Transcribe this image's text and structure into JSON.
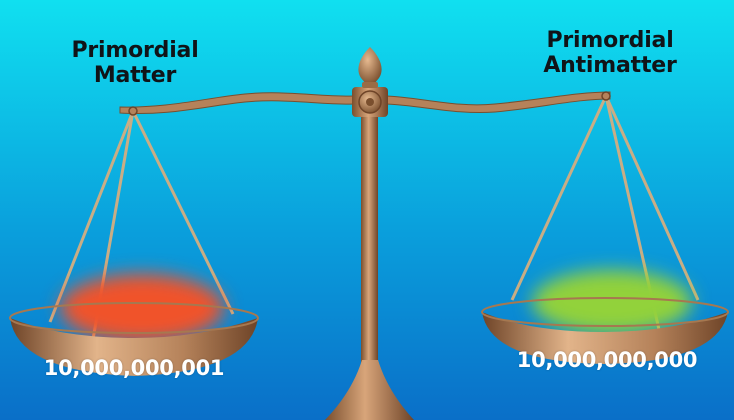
{
  "left_pan": {
    "title_line1": "Primordial",
    "title_line2": "Matter",
    "count": "10,000,000,001",
    "blob_color": "#f0522a"
  },
  "right_pan": {
    "title_line1": "Primordial",
    "title_line2": "Antimatter",
    "count": "10,000,000,000",
    "blob_color": "#92d23a"
  },
  "colors": {
    "background_top": "#10e0f0",
    "background_bottom": "#0a6fc8",
    "bronze": "#b5825a"
  }
}
